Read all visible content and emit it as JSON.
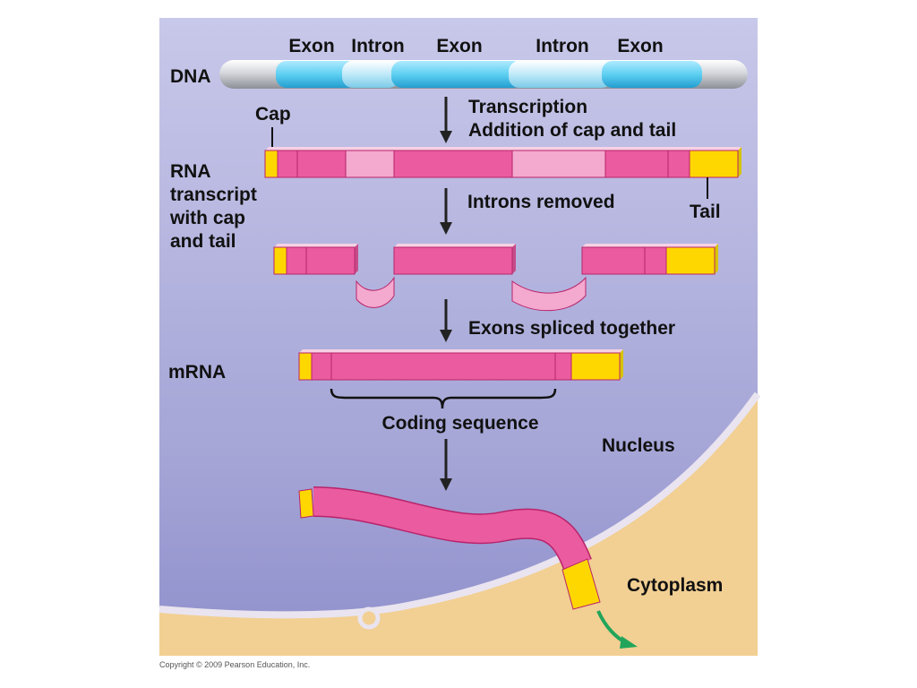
{
  "dna": {
    "label": "DNA",
    "segments": [
      "Exon",
      "Intron",
      "Exon",
      "Intron",
      "Exon"
    ]
  },
  "steps": {
    "transcription": "Transcription",
    "cap_tail": "Addition of cap and tail",
    "introns_removed": "Introns removed",
    "exons_spliced": "Exons spliced together"
  },
  "labels": {
    "cap": "Cap",
    "tail": "Tail",
    "rna_transcript": [
      "RNA",
      "transcript",
      "with cap",
      "and tail"
    ],
    "mrna": "mRNA",
    "coding_sequence": "Coding sequence",
    "nucleus": "Nucleus",
    "cytoplasm": "Cytoplasm"
  },
  "copyright": "Copyright © 2009 Pearson Education, Inc.",
  "colors": {
    "nucleus_bg": "#a7a7d6",
    "cytoplasm_bg": "#f2cf93",
    "exon": "#ea5ba0",
    "intron": "#f4a9cf",
    "cap_tail": "#ffd700",
    "dna_exon": "#5ecff2",
    "dna_intron": "#bfe9f9",
    "arrow": "#222222",
    "export_arrow": "#22a55a"
  }
}
